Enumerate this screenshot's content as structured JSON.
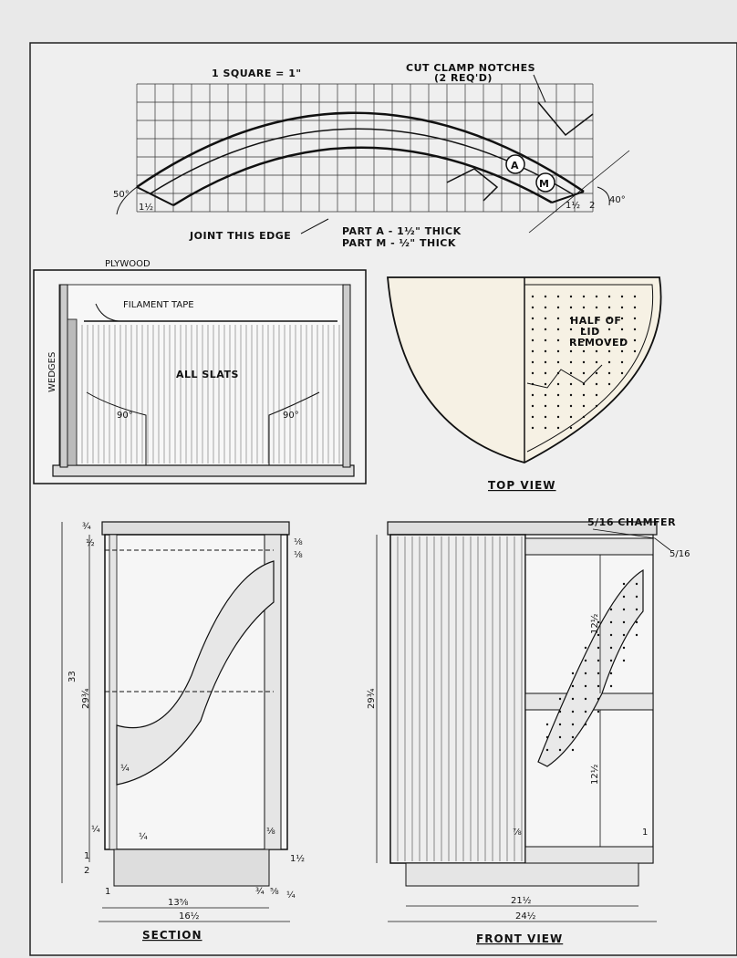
{
  "arch": {
    "scale_note": "1 SQUARE = 1\"",
    "notch_note_1": "CUT CLAMP NOTCHES",
    "notch_note_2": "(2 REQ'D)",
    "angle_left": "50°",
    "angle_right": "40°",
    "dim_left": "1½",
    "dim_right_a": "1½",
    "dim_right_b": "2",
    "part_a_circle": "A",
    "part_m_circle": "M",
    "joint_note": "JOINT THIS EDGE",
    "part_a_note": "PART A - 1½\" THICK",
    "part_m_note": "PART M - ½\" THICK"
  },
  "jig": {
    "plywood": "PLYWOOD",
    "filament": "FILAMENT TAPE",
    "slats": "ALL SLATS",
    "wedges": "WEDGES",
    "angle_left": "90°",
    "angle_right": "90°"
  },
  "top_view": {
    "title": "TOP VIEW",
    "lid_1": "HALF OF",
    "lid_2": "LID",
    "lid_3": "REMOVED"
  },
  "section": {
    "title": "SECTION",
    "d33": "33",
    "d29": "29¾",
    "d_top1": "¾",
    "d_top2": "½",
    "d_2": "2",
    "d_1": "1",
    "d_quarter_a": "¼",
    "d_quarter_b": "¼",
    "d_quarter_c": "¼",
    "d_r1": "⅛",
    "d_r2": "⅛",
    "d_r3": "⅛",
    "d_r4": "1½",
    "d_b1": "1",
    "d_b2": "¾",
    "d_b3": "⅝",
    "d_b4": "¼",
    "d_width_inner": "13⅝",
    "d_width": "16½"
  },
  "front": {
    "title": "FRONT VIEW",
    "chamfer": "5/16 CHAMFER",
    "chamfer_dim": "5/16",
    "d29": "29¾",
    "d_upper": "12½",
    "d_lower": "12½",
    "d_78": "⅞",
    "d_1": "1",
    "d_inner": "21½",
    "d_width": "24½"
  }
}
